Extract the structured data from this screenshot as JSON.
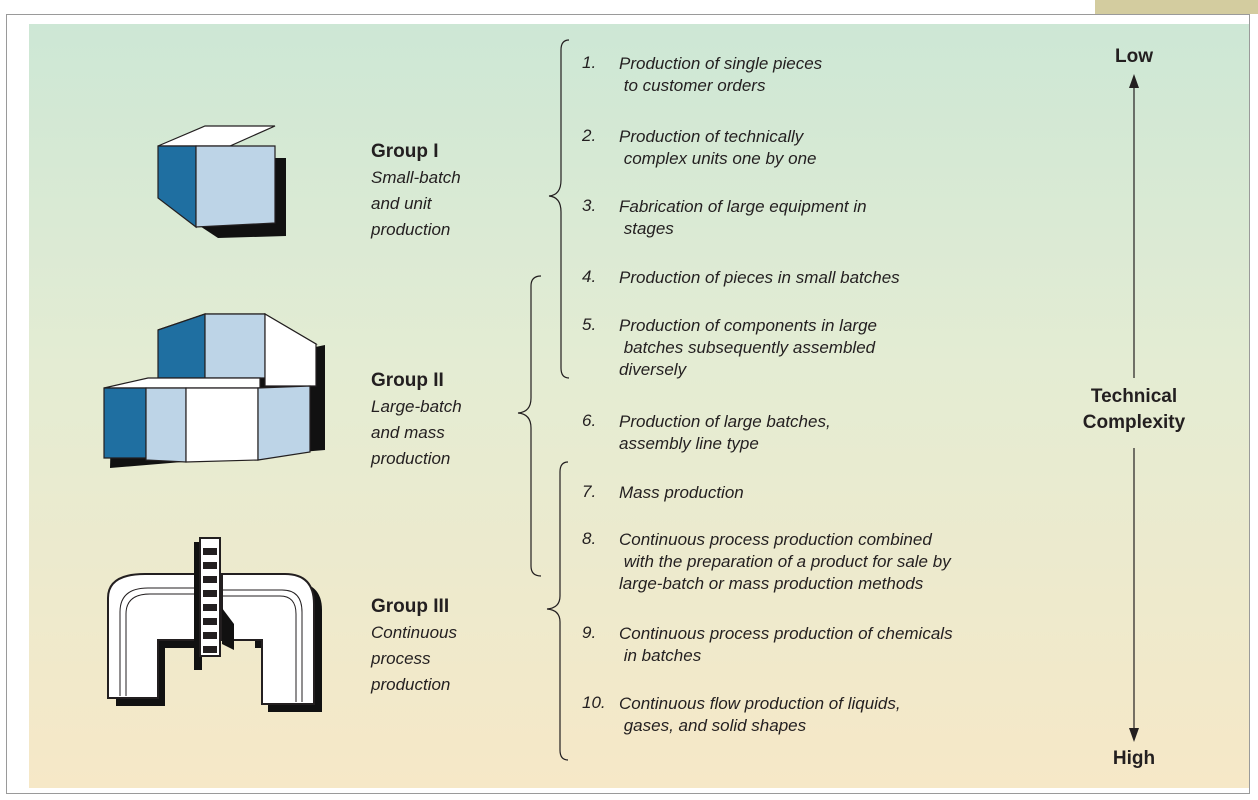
{
  "groups": [
    {
      "title": "Group I",
      "subtitle": "Small-batch and unit production"
    },
    {
      "title": "Group II",
      "subtitle": "Large-batch and mass production"
    },
    {
      "title": "Group III",
      "subtitle": "Continuous process production"
    }
  ],
  "items": [
    {
      "num": "1.",
      "text": "Production of single pieces\n to customer orders"
    },
    {
      "num": "2.",
      "text": "Production of technically\n complex units one by one"
    },
    {
      "num": "3.",
      "text": "Fabrication of large equipment in\n stages"
    },
    {
      "num": "4.",
      "text": "Production of pieces in small batches"
    },
    {
      "num": "5.",
      "text": "Production of components in large\n batches subsequently assembled\ndiversely"
    },
    {
      "num": "6.",
      "text": "Production of large batches,\nassembly line type"
    },
    {
      "num": "7.",
      "text": "Mass production"
    },
    {
      "num": "8.",
      "text": "Continuous process production combined\n with the preparation of a product for sale by\nlarge-batch or mass production methods"
    },
    {
      "num": "9.",
      "text": "Continuous process production of chemicals\n in batches"
    },
    {
      "num": "10.",
      "text": "Continuous flow production of liquids,\n gases, and solid shapes"
    }
  ],
  "axis": {
    "low": "Low",
    "high": "High",
    "label": "Technical Complexity"
  },
  "colors": {
    "dark_blue": "#1f6fa1",
    "light_blue": "#bdd4e7",
    "shadow": "#111111"
  }
}
